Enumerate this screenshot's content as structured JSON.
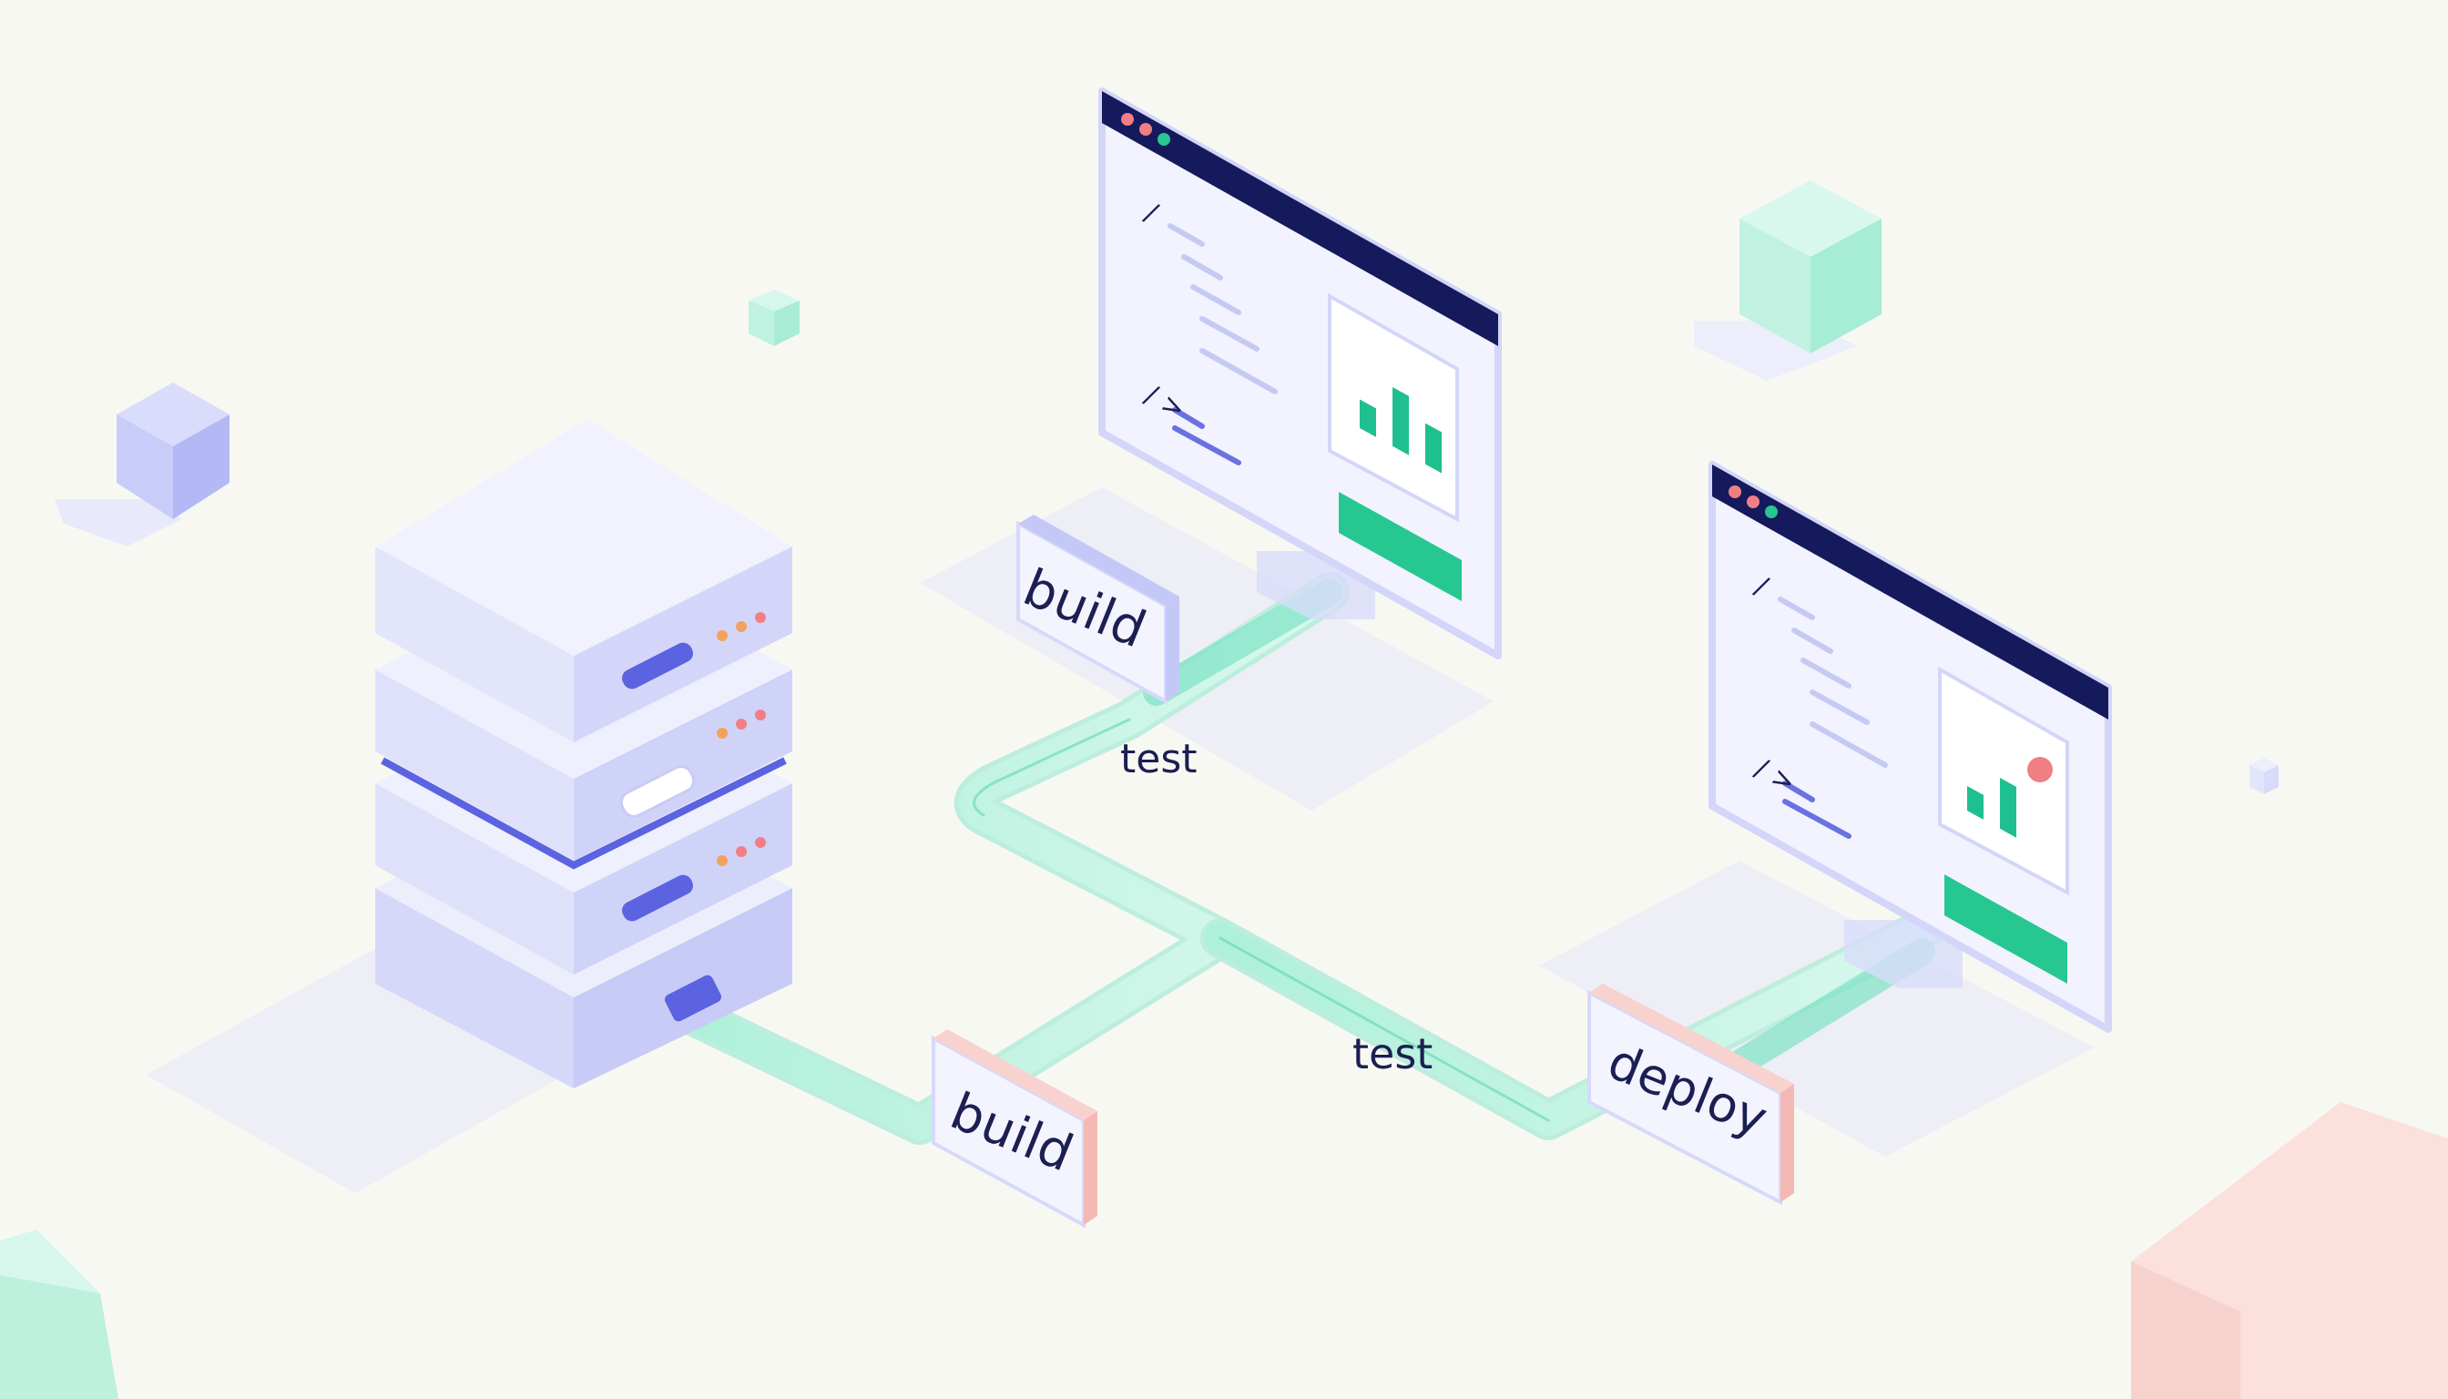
{
  "labels": {
    "build_top": "build",
    "test_top": "test",
    "build_bottom": "build",
    "test_bottom": "test",
    "deploy": "deploy"
  },
  "screen_top": {
    "chart_bars": [
      0.35,
      0.72,
      0.5
    ],
    "code_open": "/",
    "code_close": "/ >"
  },
  "screen_bottom": {
    "chart_bars": [
      0.3,
      0.62
    ],
    "code_open": "/",
    "code_close": "/ >"
  },
  "colors": {
    "background": "#f8f8f3",
    "server_face": "#dfe1fb",
    "server_accent": "#5b63e0",
    "pipe": "#7ee3c4",
    "screen_header": "#141a5c",
    "chart_bar": "#1fbf8f",
    "status_button": "#26c791",
    "alert_dot": "#f07f84",
    "label_text": "#1c1f52"
  }
}
